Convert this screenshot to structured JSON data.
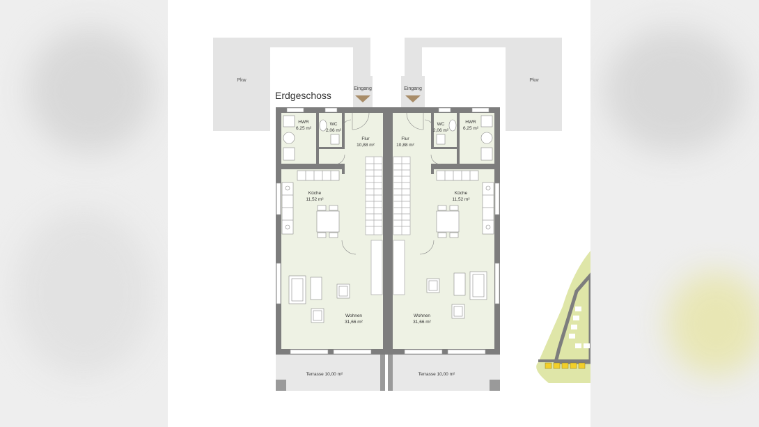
{
  "plan": {
    "title": "Erdgeschoss",
    "parking": [
      "Pkw",
      "Pkw"
    ],
    "entrances": [
      "Eingang",
      "Eingang"
    ],
    "units": [
      {
        "hwr": {
          "name": "HWR",
          "area": "6,25 m²"
        },
        "wc": {
          "name": "WC",
          "area": "2,06 m²"
        },
        "flur": {
          "name": "Flur",
          "area": "10,88 m²"
        },
        "kueche": {
          "name": "Küche",
          "area": "11,52 m²"
        },
        "wohnen": {
          "name": "Wohnen",
          "area": "31,66 m²"
        },
        "terrasse": "Terrasse 10,00 m²"
      },
      {
        "hwr": {
          "name": "HWR",
          "area": "6,25 m²"
        },
        "wc": {
          "name": "WC",
          "area": "2,06 m²"
        },
        "flur": {
          "name": "Flur",
          "area": "10,88 m²"
        },
        "kueche": {
          "name": "Küche",
          "area": "11,52 m²"
        },
        "wohnen": {
          "name": "Wohnen",
          "area": "31,66 m²"
        },
        "terrasse": "Terrasse 10,00 m²"
      }
    ]
  },
  "colors": {
    "wall": "#7d7d7d",
    "room_fill": "#eef2e4",
    "parking": "#e4e4e4",
    "terrace": "#e8e8e8",
    "entrance_arrow": "#a88c68",
    "map_green": "#dfe6a8",
    "map_yellow": "#f2cf2a"
  }
}
